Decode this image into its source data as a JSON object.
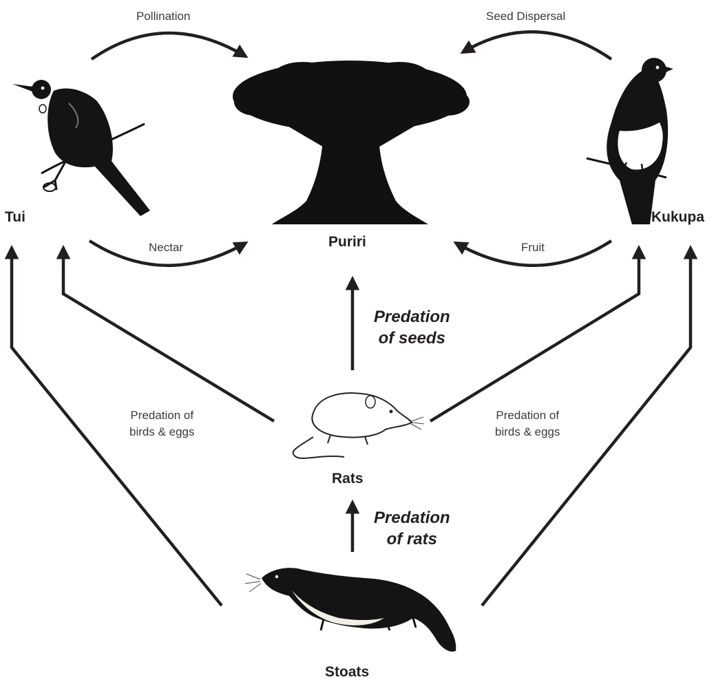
{
  "nodes": {
    "tui": "Tui",
    "puriri": "Puriri",
    "kukupa": "Kukupa",
    "rats": "Rats",
    "stoats": "Stoats"
  },
  "edges": {
    "pollination": "Pollination",
    "seed_dispersal": "Seed Dispersal",
    "nectar": "Nectar",
    "fruit": "Fruit",
    "predation_of_seeds": [
      "Predation",
      "of seeds"
    ],
    "predation_of_rats": [
      "Predation",
      "of rats"
    ],
    "predation_birds_left": [
      "Predation of",
      "birds & eggs"
    ],
    "predation_birds_right": [
      "Predation of",
      "birds & eggs"
    ]
  },
  "colors": {
    "arrow": "#231f20",
    "text": "#231f20",
    "rel_text": "#3a3a3a",
    "silhouette": "#111111",
    "stoat_belly": "#f2efe6",
    "kukupa_breast": "#ffffff"
  },
  "icons": [
    "tui-bird-illustration",
    "puriri-tree-illustration",
    "kukupa-pigeon-illustration",
    "rat-illustration",
    "stoat-illustration"
  ]
}
